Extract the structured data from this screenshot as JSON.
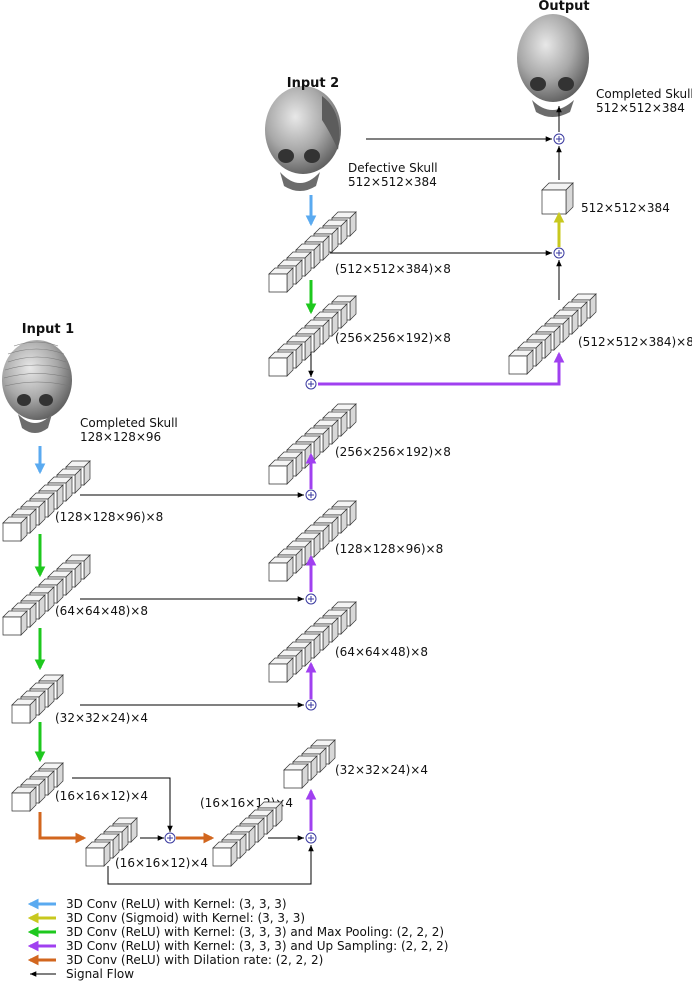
{
  "titles": {
    "input1": "Input 1",
    "input2": "Input 2",
    "output": "Output"
  },
  "skulls": {
    "input1": {
      "name": "Completed Skull",
      "dims": "128×128×96"
    },
    "input2": {
      "name": "Defective Skull",
      "dims": "512×512×384"
    },
    "output": {
      "name": "Completed Skull",
      "dims": "512×512×384"
    }
  },
  "labels": {
    "e1": "(128×128×96)×8",
    "e2": "(64×64×48)×8",
    "e3": "(32×32×24)×4",
    "e4": "(16×16×12)×4",
    "d1": "(16×16×12)×4",
    "d2": "(16×16×12)×4",
    "u1": "(32×32×24)×4",
    "u2": "(64×64×48)×8",
    "u3": "(128×128×96)×8",
    "u4": "(256×256×192)×8",
    "b1": "(512×512×384)×8",
    "b2": "(256×256×192)×8",
    "r1": "(512×512×384)×8",
    "r2": "512×512×384"
  },
  "legend": [
    {
      "color": "#5aaaf0",
      "text": "3D Conv (ReLU) with Kernel: (3, 3, 3)"
    },
    {
      "color": "#c8c81e",
      "text": "3D Conv (Sigmoid) with Kernel: (3, 3, 3)"
    },
    {
      "color": "#1ec81e",
      "text": "3D Conv (ReLU) with Kernel: (3, 3, 3) and Max Pooling: (2, 2, 2)"
    },
    {
      "color": "#a040f0",
      "text": "3D Conv (ReLU) with Kernel: (3, 3, 3) and Up Sampling: (2, 2, 2)"
    },
    {
      "color": "#d2661e",
      "text": "3D Conv (ReLU) with Dilation rate: (2, 2, 2)"
    },
    {
      "color": "#000000",
      "text": "Signal Flow"
    }
  ],
  "colors": {
    "blue": "#5aaaf0",
    "yellow": "#c8c81e",
    "green": "#1ec81e",
    "purple": "#a040f0",
    "orange": "#d2661e",
    "node": "#3a3aa0",
    "skull": "#8c8c8c"
  }
}
